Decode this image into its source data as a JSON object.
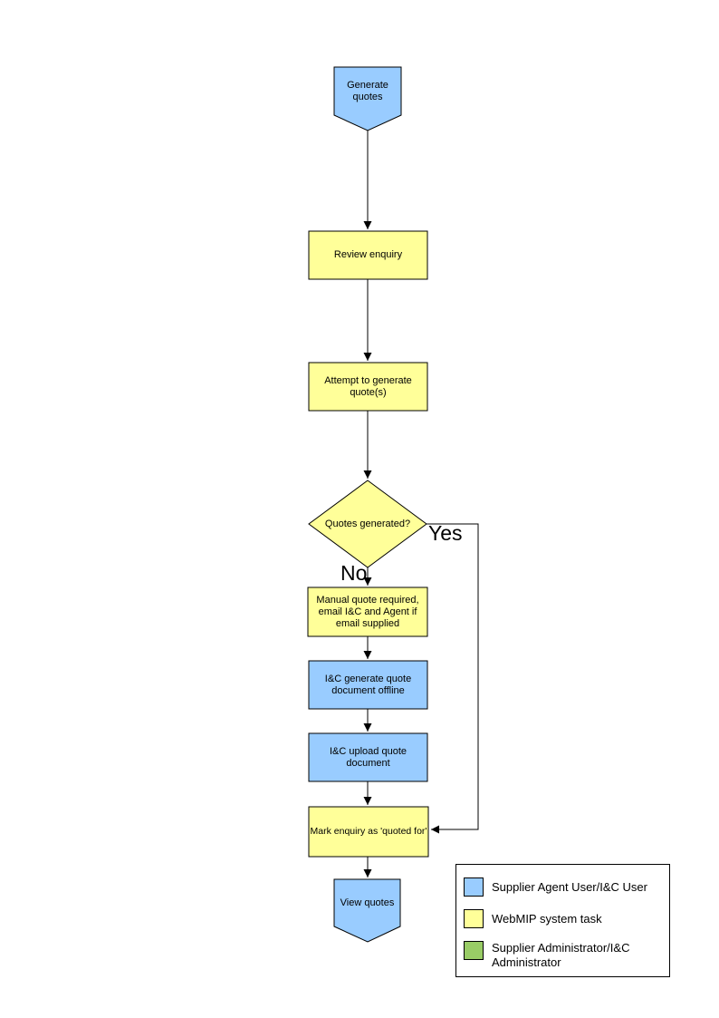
{
  "colors": {
    "user_task_blue": "#99CCFF",
    "system_task_yellow": "#FFFF99",
    "admin_green": "#99CC66",
    "line_black": "#000000"
  },
  "flowchart": {
    "nodes": {
      "start": {
        "type": "terminator",
        "label": "Generate quotes"
      },
      "review": {
        "type": "process",
        "label": "Review enquiry"
      },
      "attempt": {
        "type": "process",
        "label": "Attempt to generate quote(s)"
      },
      "decision": {
        "type": "decision",
        "label": "Quotes generated?"
      },
      "manual": {
        "type": "process",
        "label": "Manual quote required, email I&C and Agent if email supplied"
      },
      "offline": {
        "type": "process",
        "label": "I&C generate quote document offline"
      },
      "upload": {
        "type": "process",
        "label": "I&C upload quote document"
      },
      "mark": {
        "type": "process",
        "label": "Mark enquiry as 'quoted for'"
      },
      "end": {
        "type": "terminator",
        "label": "View quotes"
      }
    },
    "edge_labels": {
      "yes": "Yes",
      "no": "No"
    }
  },
  "legend": {
    "items": [
      {
        "color": "#99CCFF",
        "label": "Supplier Agent User/I&C User"
      },
      {
        "color": "#FFFF99",
        "label": "WebMIP system task"
      },
      {
        "color": "#99CC66",
        "label": "Supplier Administrator/I&C Administrator"
      }
    ]
  }
}
